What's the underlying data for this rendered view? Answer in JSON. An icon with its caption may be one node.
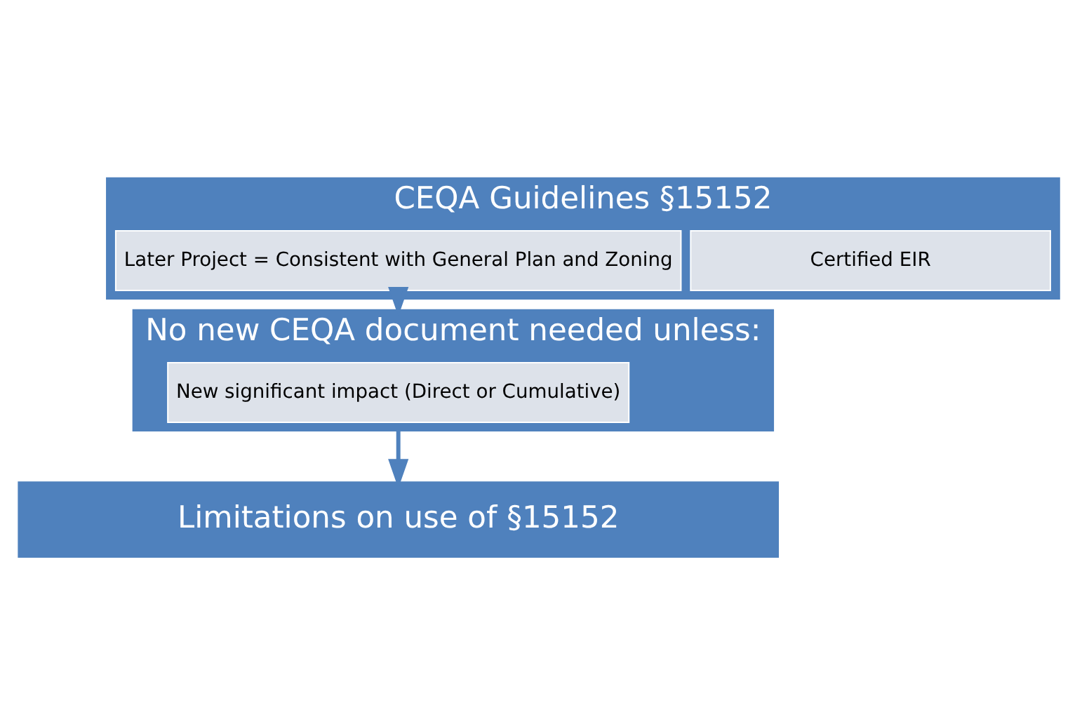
{
  "diagram": {
    "nodes": [
      {
        "text": [
          "CEQA Guidelines §15152"
        ]
      },
      {
        "text": [
          "Certified EIR"
        ],
        "in": 0
      },
      {
        "text": [
          "Later Project = Consistent with General Plan and Zoning"
        ],
        "in": 0
      },
      {
        "text": [
          "No new CEQA document needed unless:"
        ]
      },
      {
        "text": [
          "New significant impact (Direct or Cumulative)"
        ],
        "in": 3
      },
      {
        "text": [
          "Limitations on use of §15152"
        ]
      }
    ],
    "edges": [
      {
        "from": 0,
        "to": 3,
        "arrow": "to"
      },
      {
        "from": 3,
        "to": 5,
        "arrow": "to"
      }
    ]
  }
}
